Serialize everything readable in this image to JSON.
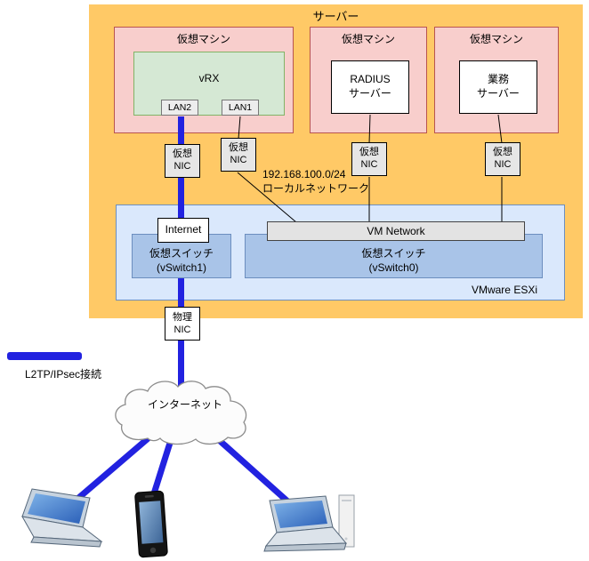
{
  "title": "サーバー",
  "vm_boxes": {
    "label": "仮想マシン"
  },
  "vrx": {
    "label": "vRX",
    "lan2": "LAN2",
    "lan1": "LAN1"
  },
  "radius_server": {
    "line1": "RADIUS",
    "line2": "サーバー"
  },
  "gyomu_server": {
    "line1": "業務",
    "line2": "サーバー"
  },
  "virtual_nic": {
    "line1": "仮想",
    "line2": "NIC"
  },
  "physical_nic": {
    "line1": "物理",
    "line2": "NIC"
  },
  "network_note": {
    "line1": "192.168.100.0/24",
    "line2": "ローカルネットワーク"
  },
  "esxi": {
    "label": "VMware ESXi",
    "internet_port": "Internet",
    "vm_network": "VM Network",
    "vswitch1_line1": "仮想スイッチ",
    "vswitch1_line2": "(vSwitch1)",
    "vswitch0_line1": "仮想スイッチ",
    "vswitch0_line2": "(vSwitch0)"
  },
  "legend": {
    "label": "L2TP/IPsec接続"
  },
  "cloud": {
    "label": "インターネット"
  },
  "devices": {
    "left": "laptop",
    "middle": "smartphone",
    "right": "desktop-pc"
  },
  "colors": {
    "server_bg": "#FFC966",
    "vm_bg": "#F8CECC",
    "vm_border": "#B85450",
    "vrx_bg": "#D5E8D4",
    "vrx_border": "#82B366",
    "esxi_bg": "#DAE8FC",
    "esxi_border": "#6C8EBF",
    "vswitch_bg": "#A9C4E8",
    "nic_bg": "#E6E6E6",
    "link_blue": "#2222E0"
  }
}
